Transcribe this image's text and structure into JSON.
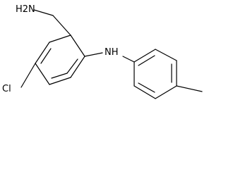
{
  "structure": {
    "atom_labels": {
      "amine": "H2N",
      "chloro": "Cl",
      "bridge_amine": "NH"
    },
    "colors": {
      "bond": "#000000",
      "label": "#000000",
      "background": "#ffffff"
    }
  }
}
